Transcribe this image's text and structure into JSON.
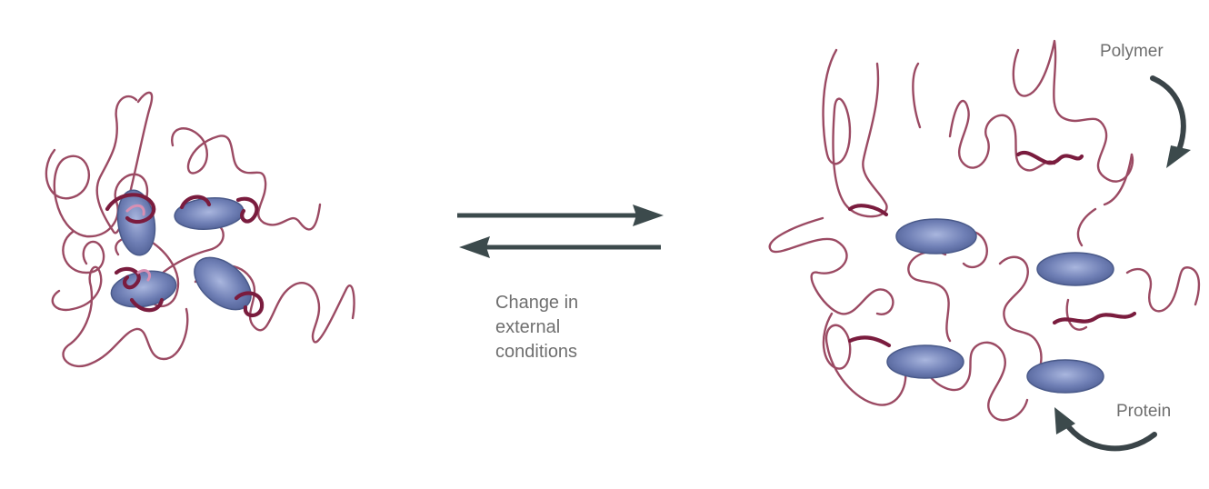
{
  "colors": {
    "polymer_chain": "#9b4a63",
    "polymer_bound_segment": "#7a1c3e",
    "protein_fill": "#6f7fb5",
    "arrow": "#3c4a4c",
    "label_text": "#6f6f6f"
  },
  "labels": {
    "process": [
      "Change in",
      "external",
      "conditions"
    ],
    "polymer": "Polymer",
    "protein": "Protein"
  },
  "icons": {
    "equilibrium": "double-harpoon-arrows-icon",
    "polymer_pointer": "curved-arrow-icon",
    "protein_pointer": "curved-arrow-icon"
  }
}
